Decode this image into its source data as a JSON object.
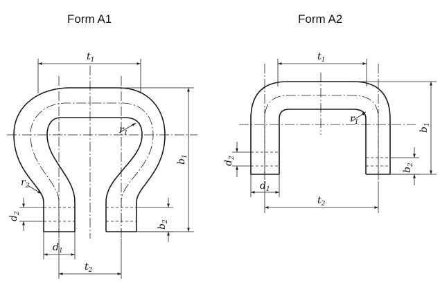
{
  "titles": {
    "form_a1": "Form A1",
    "form_a2": "Form A2"
  },
  "labels": {
    "t": "t",
    "b": "b",
    "d": "d",
    "r": "r",
    "sub_1": "1",
    "sub_2": "2"
  }
}
